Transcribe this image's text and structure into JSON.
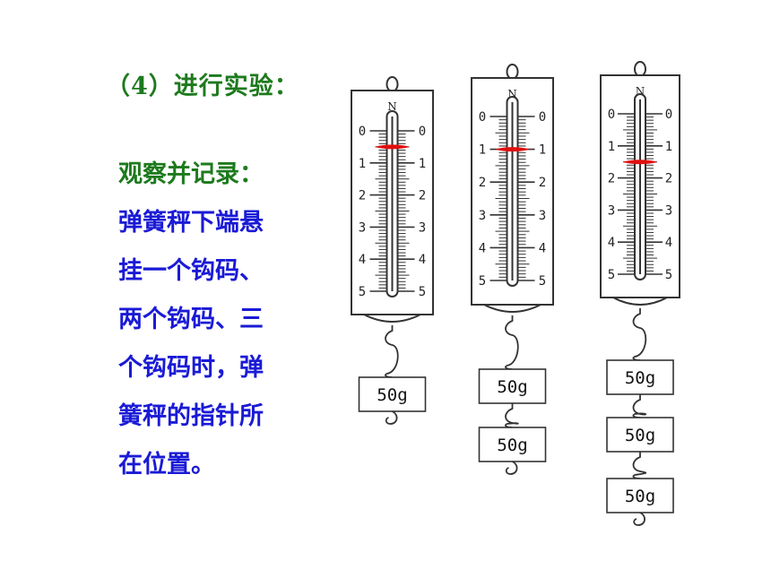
{
  "heading": "（4）进行实验：",
  "body_lines": [
    {
      "text": "观察并记录：",
      "color": "#1d7a1d"
    },
    {
      "text": "弹簧秤下端悬",
      "color": "#1a1ad6"
    },
    {
      "text": "挂一个钩码、",
      "color": "#1a1ad6"
    },
    {
      "text": "两个钩码、三",
      "color": "#1a1ad6"
    },
    {
      "text": "个钩码时，弹",
      "color": "#1a1ad6"
    },
    {
      "text": "簧秤的指针所",
      "color": "#1a1ad6"
    },
    {
      "text": "在位置。",
      "color": "#1a1ad6"
    }
  ],
  "colors": {
    "pointer": "#e01010",
    "outline": "#333333"
  },
  "scales": [
    {
      "unit": "N",
      "ticks": [
        "0",
        "1",
        "2",
        "3",
        "4",
        "5"
      ],
      "reading": 0.5,
      "weights": [
        "50g"
      ]
    },
    {
      "unit": "N",
      "ticks": [
        "0",
        "1",
        "2",
        "3",
        "4",
        "5"
      ],
      "reading": 1.0,
      "weights": [
        "50g",
        "50g"
      ]
    },
    {
      "unit": "N",
      "ticks": [
        "0",
        "1",
        "2",
        "3",
        "4",
        "5"
      ],
      "reading": 1.5,
      "weights": [
        "50g",
        "50g",
        "50g"
      ]
    }
  ]
}
